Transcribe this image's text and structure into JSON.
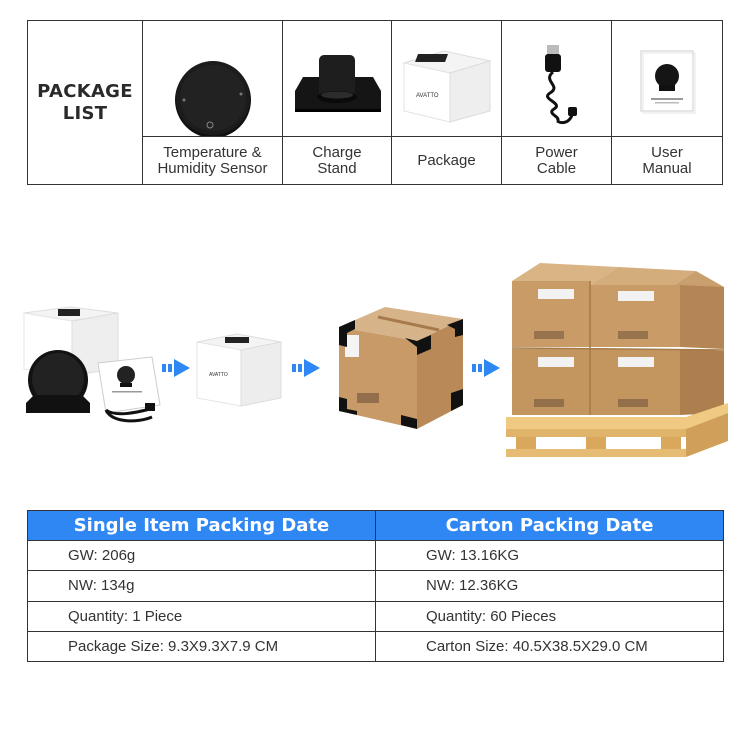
{
  "package_list": {
    "title": "PACKAGE\nLIST",
    "items": [
      {
        "label": "Temperature &\nHumidity Sensor",
        "icon": "sensor-icon"
      },
      {
        "label": "Charge\nStand",
        "icon": "stand-icon"
      },
      {
        "label": "Package",
        "icon": "box-icon"
      },
      {
        "label": "Power\nCable",
        "icon": "cable-icon"
      },
      {
        "label": "User\nManual",
        "icon": "manual-icon"
      }
    ],
    "box_brand": "AVATTO"
  },
  "spec": {
    "single_header": "Single Item Packing Date",
    "carton_header": "Carton Packing Date",
    "rows": [
      {
        "single": "GW: 206g",
        "carton": "GW: 13.16KG"
      },
      {
        "single": "NW: 134g",
        "carton": "NW: 12.36KG"
      },
      {
        "single": "Quantity: 1 Piece",
        "carton": "Quantity: 60 Pieces"
      },
      {
        "single": "Package Size: 9.3X9.3X7.9 CM",
        "carton": "Carton Size: 40.5X38.5X29.0 CM"
      }
    ]
  },
  "colors": {
    "accent": "#2e87f3",
    "arrow": "#2e87f3"
  }
}
